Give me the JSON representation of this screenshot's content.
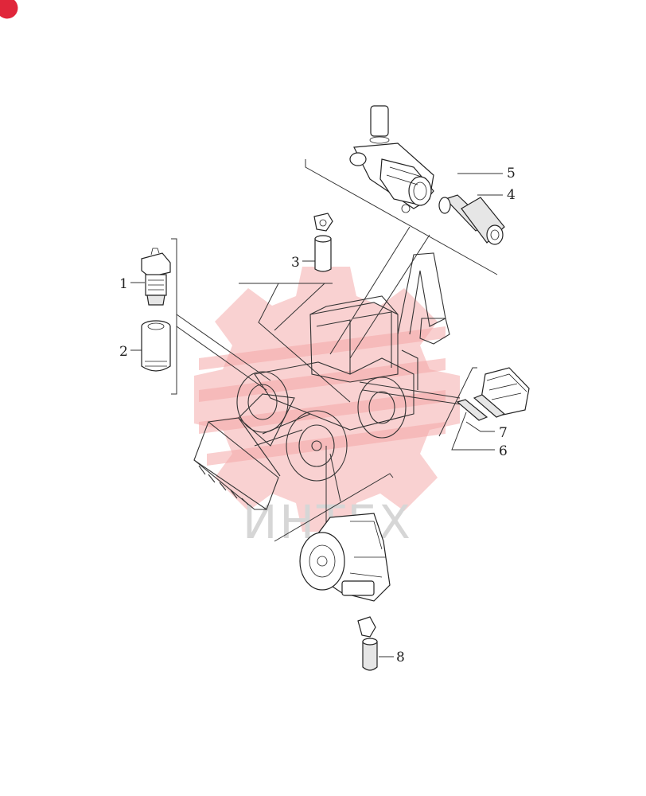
{
  "diagram": {
    "callouts": [
      "1",
      "2",
      "3",
      "4",
      "5",
      "6",
      "7",
      "8"
    ]
  },
  "watermark": {
    "text": "ИНТЕХ",
    "color": "#f5b5b5"
  },
  "badge": {
    "color": "#e0263a"
  },
  "colors": {
    "line": "#222222",
    "background": "#ffffff"
  }
}
